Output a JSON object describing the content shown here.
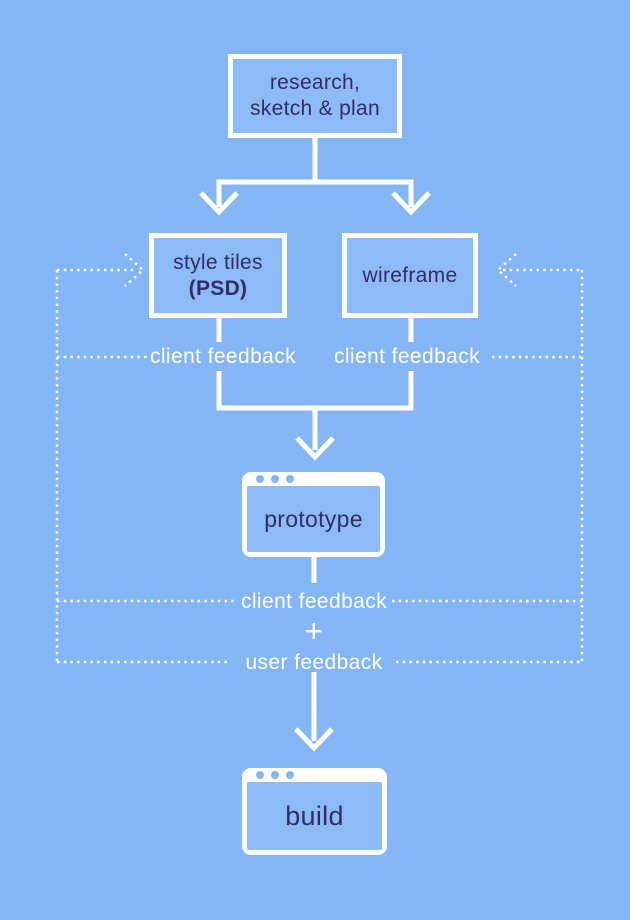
{
  "diagram_title": "design-process-flowchart",
  "colors": {
    "background": "#84b6f6",
    "node_fill": "#8dbbf8",
    "line_color": "#ffffff",
    "node_text": "#322d68",
    "feedback_text": "#ffffff"
  },
  "nodes": {
    "research": {
      "line1": "research,",
      "line2": "sketch & plan"
    },
    "style_tiles": {
      "line1": "style tiles",
      "line2": "(PSD)"
    },
    "wireframe": {
      "label": "wireframe"
    },
    "prototype": {
      "label": "prototype"
    },
    "build": {
      "label": "build"
    }
  },
  "labels": {
    "style_tiles_feedback": "client feedback",
    "wireframe_feedback": "client feedback",
    "prototype_client_feedback": "client feedback",
    "plus": "+",
    "user_feedback": "user feedback"
  }
}
